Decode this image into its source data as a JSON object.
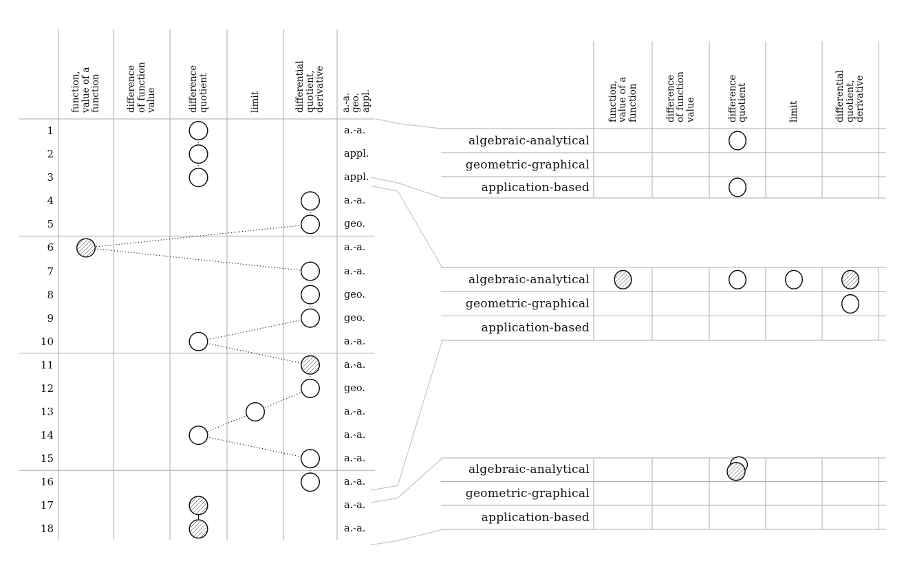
{
  "colors": {
    "ink": "#111111",
    "grid": "#ababab",
    "connector": "#c6c6c6",
    "hatch": "#333333",
    "mark_stroke": "#111111"
  },
  "concept_columns": [
    {
      "id": "function-value-of-a-function",
      "label": "function,\nvalue of a\nfunction"
    },
    {
      "id": "difference-of-function-value",
      "label": "difference\nof function\nvalue"
    },
    {
      "id": "difference-quotient",
      "label": "difference\nquotient"
    },
    {
      "id": "limit",
      "label": "limit"
    },
    {
      "id": "differential-quotient-derivative",
      "label": "differential\nquotient,\nderivative"
    }
  ],
  "task_table": {
    "category_column_header": "a.-a.\ngeo.\nappl.",
    "rows": [
      {
        "number": "1",
        "category": "a.-a.",
        "marks": [
          {
            "col": 3,
            "style": "open"
          }
        ]
      },
      {
        "number": "2",
        "category": "appl.",
        "marks": [
          {
            "col": 3,
            "style": "open"
          }
        ]
      },
      {
        "number": "3",
        "category": "appl.",
        "marks": [
          {
            "col": 3,
            "style": "open"
          }
        ]
      },
      {
        "number": "4",
        "category": "a.-a.",
        "marks": [
          {
            "col": 5,
            "style": "open"
          }
        ]
      },
      {
        "number": "5",
        "category": "geo.",
        "marks": [
          {
            "col": 5,
            "style": "open"
          }
        ]
      },
      {
        "number": "6",
        "category": "a.-a.",
        "marks": [
          {
            "col": 1,
            "style": "hatched"
          }
        ]
      },
      {
        "number": "7",
        "category": "a.-a.",
        "marks": [
          {
            "col": 5,
            "style": "open"
          }
        ]
      },
      {
        "number": "8",
        "category": "geo.",
        "marks": [
          {
            "col": 5,
            "style": "open"
          }
        ]
      },
      {
        "number": "9",
        "category": "geo.",
        "marks": [
          {
            "col": 5,
            "style": "open"
          }
        ]
      },
      {
        "number": "10",
        "category": "a.-a.",
        "marks": [
          {
            "col": 3,
            "style": "open"
          }
        ]
      },
      {
        "number": "11",
        "category": "a.-a.",
        "marks": [
          {
            "col": 5,
            "style": "hatched"
          }
        ]
      },
      {
        "number": "12",
        "category": "geo.",
        "marks": [
          {
            "col": 5,
            "style": "open"
          }
        ]
      },
      {
        "number": "13",
        "category": "a.-a.",
        "marks": [
          {
            "col": 4,
            "style": "open"
          }
        ]
      },
      {
        "number": "14",
        "category": "a.-a.",
        "marks": [
          {
            "col": 3,
            "style": "open"
          }
        ]
      },
      {
        "number": "15",
        "category": "a.-a.",
        "marks": [
          {
            "col": 5,
            "style": "open"
          }
        ]
      },
      {
        "number": "16",
        "category": "a.-a.",
        "marks": [
          {
            "col": 5,
            "style": "open"
          }
        ]
      },
      {
        "number": "17",
        "category": "a.-a.",
        "marks": [
          {
            "col": 3,
            "style": "hatched"
          }
        ]
      },
      {
        "number": "18",
        "category": "a.-a.",
        "marks": [
          {
            "col": 3,
            "style": "hatched"
          }
        ]
      }
    ],
    "group_breaks_after_rows": [
      5,
      10,
      15
    ],
    "connections": [
      {
        "from": 1,
        "to": 2,
        "style": "dotted"
      },
      {
        "from": 2,
        "to": 3,
        "style": "dotted"
      },
      {
        "from": 4,
        "to": 5,
        "style": "dotted"
      },
      {
        "from": 5,
        "to": 6,
        "style": "dotted"
      },
      {
        "from": 6,
        "to": 7,
        "style": "dotted"
      },
      {
        "from": 7,
        "to": 8,
        "style": "dotted"
      },
      {
        "from": 8,
        "to": 9,
        "style": "dotted"
      },
      {
        "from": 9,
        "to": 10,
        "style": "dotted"
      },
      {
        "from": 10,
        "to": 11,
        "style": "dotted"
      },
      {
        "from": 11,
        "to": 12,
        "style": "dotted"
      },
      {
        "from": 12,
        "to": 13,
        "style": "dotted"
      },
      {
        "from": 13,
        "to": 14,
        "style": "dotted"
      },
      {
        "from": 14,
        "to": 15,
        "style": "dotted"
      },
      {
        "from": 15,
        "to": 16,
        "style": "dotted"
      },
      {
        "from": 17,
        "to": 18,
        "style": "solid"
      }
    ]
  },
  "summary_tables": [
    {
      "covers_tasks": "1-3",
      "rows": [
        {
          "label": "algebraic-analytical",
          "marks": [
            {
              "col": 3,
              "style": "open"
            }
          ]
        },
        {
          "label": "geometric-graphical",
          "marks": []
        },
        {
          "label": "application-based",
          "marks": [
            {
              "col": 3,
              "style": "open"
            }
          ]
        }
      ]
    },
    {
      "covers_tasks": "4-16",
      "rows": [
        {
          "label": "algebraic-analytical",
          "marks": [
            {
              "col": 1,
              "style": "hatched"
            },
            {
              "col": 3,
              "style": "open"
            },
            {
              "col": 4,
              "style": "open"
            },
            {
              "col": 5,
              "style": "hatched"
            }
          ]
        },
        {
          "label": "geometric-graphical",
          "marks": [
            {
              "col": 5,
              "style": "open"
            }
          ]
        },
        {
          "label": "application-based",
          "marks": []
        }
      ]
    },
    {
      "covers_tasks": "17-18",
      "rows": [
        {
          "label": "algebraic-analytical",
          "marks": [
            {
              "col": 3,
              "style": "double"
            }
          ]
        },
        {
          "label": "geometric-graphical",
          "marks": []
        },
        {
          "label": "application-based",
          "marks": []
        }
      ]
    }
  ]
}
